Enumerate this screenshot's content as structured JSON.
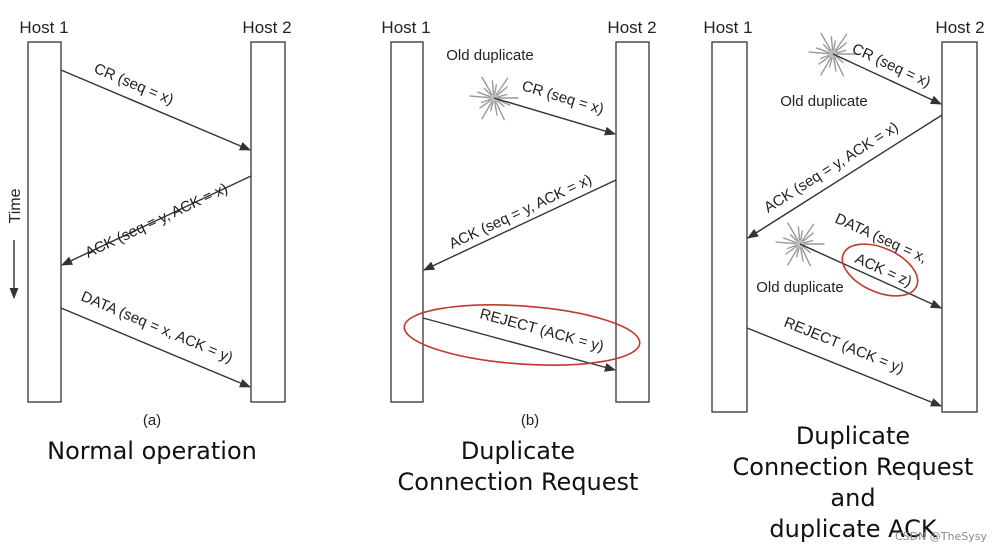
{
  "panels": [
    {
      "hosts": [
        "Host 1",
        "Host 2"
      ],
      "time_label": "Time",
      "messages": [
        "CR (seq = x)",
        "ACK (seq = y, ACK = x)",
        "DATA (seq = x, ACK = y)"
      ],
      "sublabel": "(a)",
      "caption": [
        "Normal operation"
      ]
    },
    {
      "hosts": [
        "Host 1",
        "Host 2"
      ],
      "bursts": [
        "Old duplicate"
      ],
      "messages": [
        "CR (seq = x)",
        "ACK (seq = y, ACK = x)",
        "REJECT (ACK = y)"
      ],
      "sublabel": "(b)",
      "caption": [
        "Duplicate",
        "Connection  Request"
      ]
    },
    {
      "hosts": [
        "Host 1",
        "Host 2"
      ],
      "bursts": [
        "Old duplicate",
        "Old duplicate"
      ],
      "messages": [
        "CR (seq = x)",
        "ACK (seq = y, ACK = x)",
        "DATA (seq = x,",
        "ACK = z)",
        "REJECT (ACK = y)"
      ],
      "caption": [
        "Duplicate",
        "Connection Request",
        "and",
        "duplicate ACK"
      ]
    }
  ],
  "watermark": "CSDN @TheSysy",
  "colors": {
    "highlight": "#c0392b",
    "ink": "#333333"
  }
}
